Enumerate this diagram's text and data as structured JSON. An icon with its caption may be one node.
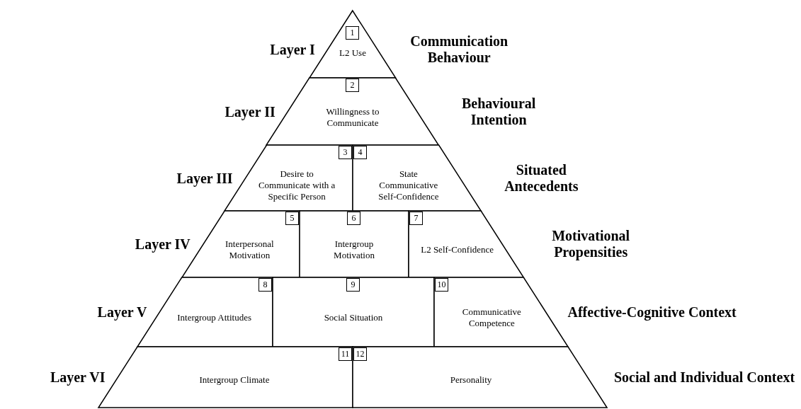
{
  "diagram": {
    "nodes": [
      {
        "text": [
          "1",
          "L2 Use"
        ]
      },
      {
        "text": [
          "2",
          "Willingness to Communicate"
        ]
      },
      {
        "text": [
          "3",
          "Desire to Communicate with a Specific Person"
        ]
      },
      {
        "text": [
          "4",
          "State Communicative Self-Confidence"
        ]
      },
      {
        "text": [
          "5",
          "Interpersonal Motivation"
        ]
      },
      {
        "text": [
          "6",
          "Intergroup Motivation"
        ]
      },
      {
        "text": [
          "7",
          "L2 Self-Confidence"
        ]
      },
      {
        "text": [
          "8",
          "Intergroup Attitudes"
        ]
      },
      {
        "text": [
          "9",
          "Social Situation"
        ]
      },
      {
        "text": [
          "10",
          "Communicative Competence"
        ]
      },
      {
        "text": [
          "11",
          "Intergroup Climate"
        ]
      },
      {
        "text": [
          "12",
          "Personality"
        ]
      }
    ],
    "edges": [],
    "labels": [
      "Layer I",
      "Communication Behaviour",
      "Layer II",
      "Behavioural Intention",
      "Layer III",
      "Situated Antecedents",
      "Layer IV",
      "Motivational Propensities",
      "Layer V",
      "Affective-Cognitive Context",
      "Layer VI",
      "Social and Individual Context"
    ]
  }
}
